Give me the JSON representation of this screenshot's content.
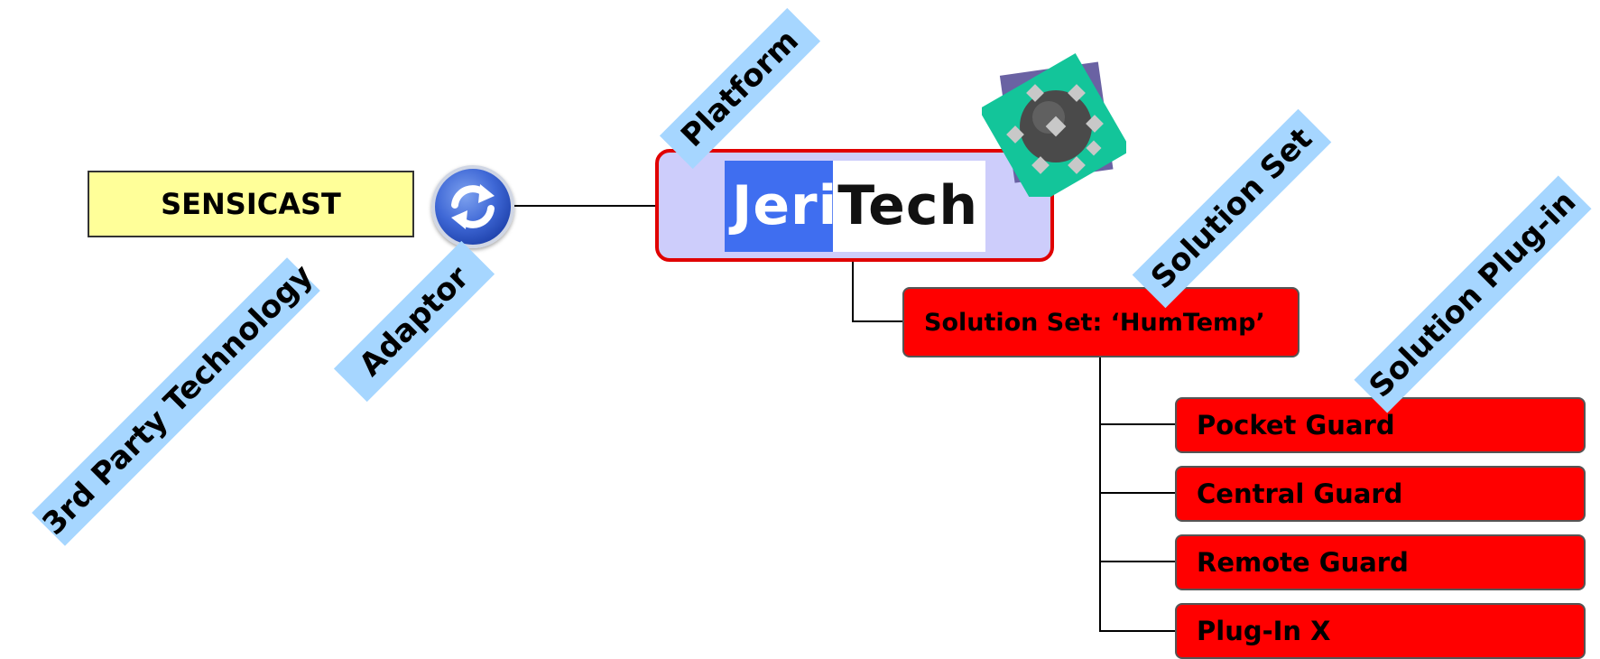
{
  "third_party": {
    "label": "SENSICAST",
    "tag": "3rd Party Technology"
  },
  "adaptor": {
    "tag": "Adaptor",
    "icon": "sync-arrows-icon"
  },
  "platform": {
    "tag": "Platform",
    "logo_part1": "Jeri",
    "logo_part2": "Tech",
    "icon": "chip-icon"
  },
  "solution_set": {
    "tag": "Solution Set",
    "label": "Solution Set: ‘HumTemp’"
  },
  "plugins": {
    "tag": "Solution Plug-in",
    "items": [
      "Pocket Guard",
      "Central Guard",
      "Remote Guard",
      "Plug-In X"
    ]
  },
  "colors": {
    "third_party_fill": "#ffff99",
    "platform_fill": "#cdcdfb",
    "platform_border": "#e00000",
    "logo_blue": "#3f6ef0",
    "node_fill": "#ff0000",
    "tag_fill": "#a6d6ff"
  }
}
